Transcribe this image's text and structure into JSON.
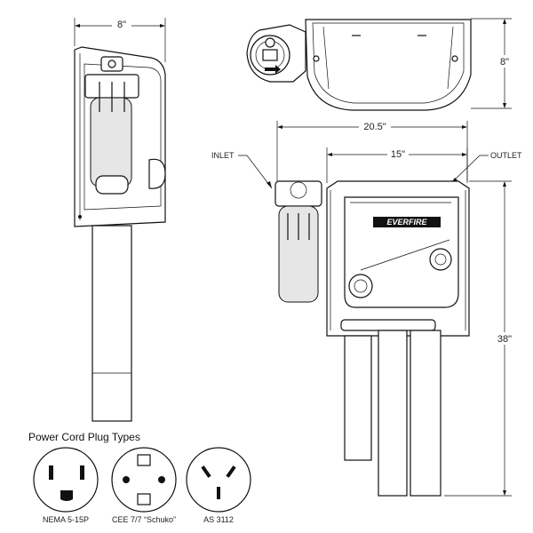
{
  "dimensions": {
    "side_width": "8\"",
    "top_depth": "8\"",
    "overall_width": "20.5\"",
    "body_width": "15\"",
    "height": "38\""
  },
  "callouts": {
    "inlet": "INLET",
    "outlet": "OUTLET"
  },
  "brand": {
    "logo_text": "EVERFIRE"
  },
  "plugs": {
    "title": "Power Cord Plug Types",
    "items": [
      {
        "name": "NEMA 5-15P"
      },
      {
        "name": "CEE 7/7 “Schuko”"
      },
      {
        "name": "AS 3112"
      }
    ]
  }
}
